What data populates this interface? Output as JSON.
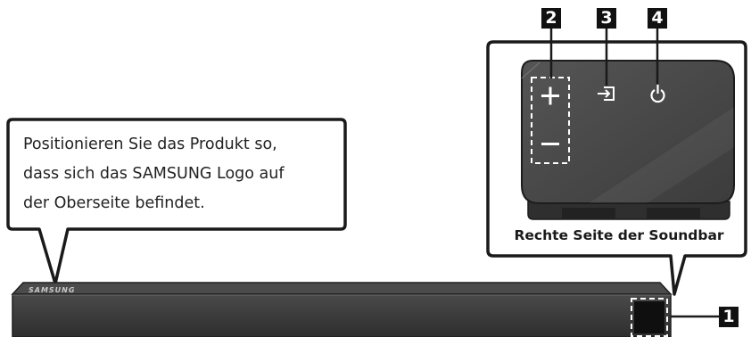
{
  "callout": {
    "lines": [
      "Positionieren Sie das Produkt so,",
      "dass sich das SAMSUNG Logo auf",
      "der Oberseite befindet."
    ]
  },
  "detail_caption": "Rechte Seite der Soundbar",
  "brand_logo": "SAMSUNG",
  "badges": {
    "one": "1",
    "two": "2",
    "three": "3",
    "four": "4"
  },
  "icons": {
    "volume_up": "plus-icon",
    "volume_down": "minus-icon",
    "source": "input-source-icon",
    "power": "power-icon"
  },
  "colors": {
    "bar_body": "#3a3a3a",
    "panel_body": "#4a4a4a",
    "outline": "#222222",
    "dashed_highlight": "#ffffff"
  }
}
